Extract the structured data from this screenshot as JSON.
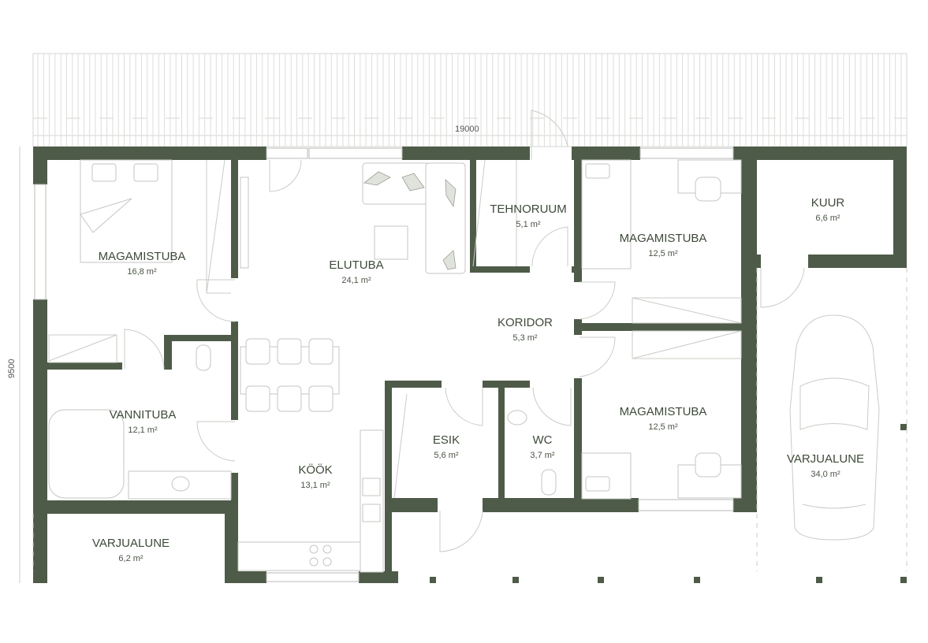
{
  "dimensions": {
    "width": "19000",
    "depth": "9500"
  },
  "rooms": [
    {
      "id": "magamistuba1",
      "name": "MAGAMISTUBA",
      "area": "16,8 m²"
    },
    {
      "id": "elutuba",
      "name": "ELUTUBA",
      "area": "24,1 m²"
    },
    {
      "id": "tehnoruum",
      "name": "TEHNORUUM",
      "area": "5,1 m²"
    },
    {
      "id": "magamistuba2",
      "name": "MAGAMISTUBA",
      "area": "12,5 m²"
    },
    {
      "id": "kuur",
      "name": "KUUR",
      "area": "6,6 m²"
    },
    {
      "id": "koridor",
      "name": "KORIDOR",
      "area": "5,3 m²"
    },
    {
      "id": "vannituba",
      "name": "VANNITUBA",
      "area": "12,1 m²"
    },
    {
      "id": "esik",
      "name": "ESIK",
      "area": "5,6 m²"
    },
    {
      "id": "wc",
      "name": "WC",
      "area": "3,7 m²"
    },
    {
      "id": "magamistuba3",
      "name": "MAGAMISTUBA",
      "area": "12,5 m²"
    },
    {
      "id": "kook",
      "name": "KÖÖK",
      "area": "13,1 m²"
    },
    {
      "id": "varjualune1",
      "name": "VARJUALUNE",
      "area": "6,2 m²"
    },
    {
      "id": "varjualune2",
      "name": "VARJUALUNE",
      "area": "34,0 m²"
    }
  ],
  "colors": {
    "wall": "#4e5b48",
    "text": "#3e4a3a"
  }
}
